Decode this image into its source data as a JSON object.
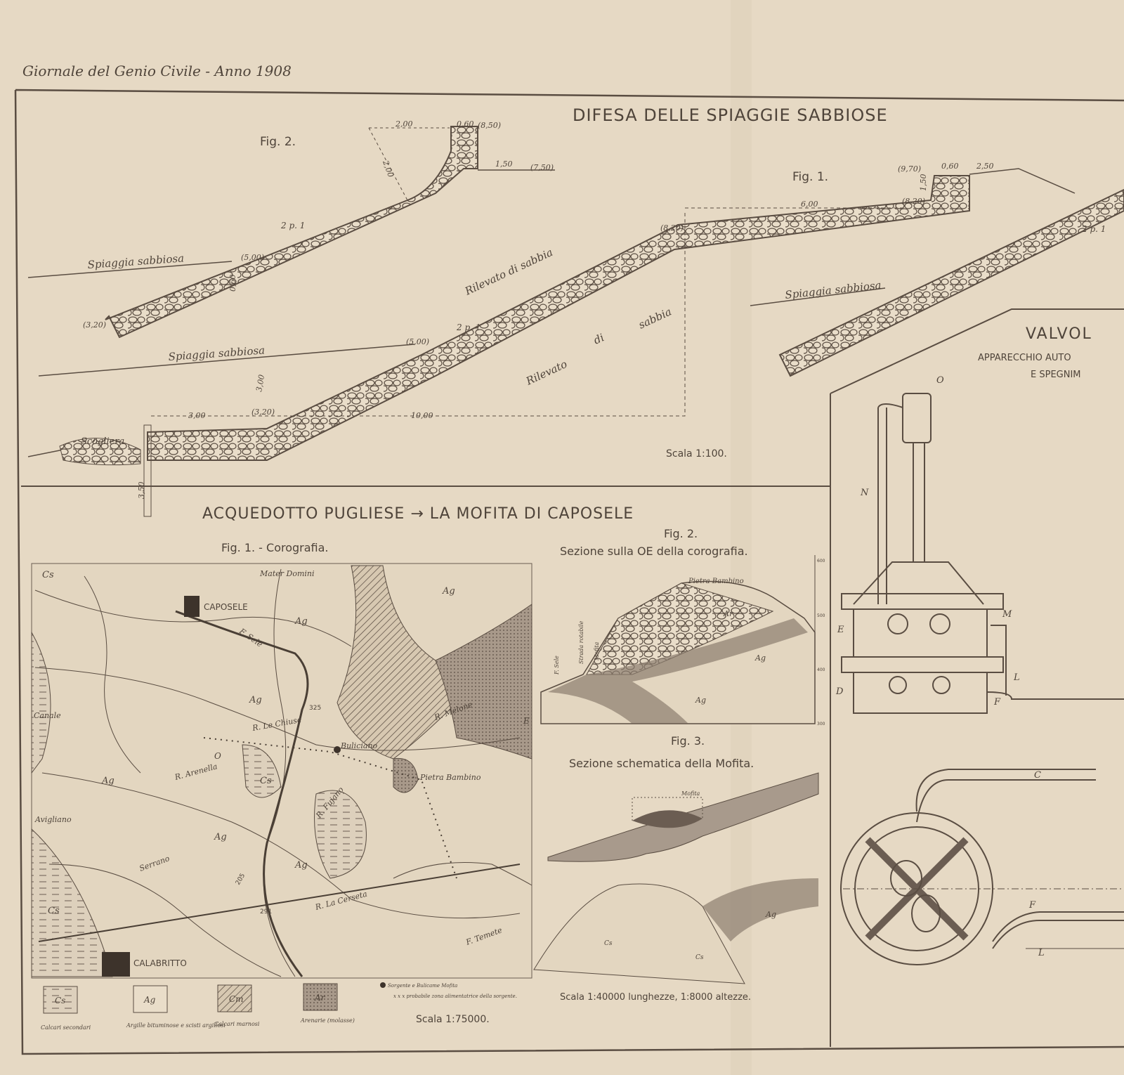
{
  "journal_header": "Giornale del Genio Civile - Anno 1908",
  "beach_defense": {
    "title": "DIFESA DELLE SPIAGGIE SABBIOSE",
    "fig2_label": "Fig. 2.",
    "fig1_label": "Fig. 1.",
    "scale": "Scala 1:100.",
    "labels": {
      "beach_left": "Spiaggia sabbiosa",
      "beach_mid": "Spiaggia sabbiosa",
      "beach_right": "Spiaggia sabbiosa",
      "fill_upper": "Rilevato di sabbia",
      "fill_lower_1": "Rilevato",
      "fill_lower_2": "di",
      "fill_lower_3": "sabbia",
      "scogliera": "Scogliera",
      "slope_a": "2 p. 1",
      "slope_b": "2 p. 1",
      "slope_c": "2 p. 1"
    },
    "dimensions": [
      "2,00",
      "0,60",
      "(8,50)",
      "2,00",
      "1,50",
      "(7,50)",
      "(5,00)",
      "(3,20)",
      "0,60",
      "(9,70)",
      "0,60",
      "2,50",
      "1,50",
      "(8,20)",
      "6,00",
      "(8,20)",
      "(5,00)",
      "3,00",
      "3,00",
      "(3,20)",
      "10,00",
      "3,50"
    ]
  },
  "aqueduct": {
    "title": "ACQUEDOTTO PUGLIESE → LA MOFITA DI CAPOSELE",
    "fig1_label": "Fig. 1. - Corografia.",
    "fig2_label": "Fig. 2.",
    "fig2_caption": "Sezione sulla OE della corografia.",
    "fig3_label": "Fig. 3.",
    "fig3_caption": "Sezione schematica della Mofita.",
    "sections_scale": "Scala 1:40000 lunghezze, 1:8000 altezze.",
    "map_scale": "Scala 1:75000.",
    "map_labels": [
      "Mater Domini",
      "CAPOSELE",
      "Ag",
      "Ag",
      "Ag",
      "Ag",
      "Ag",
      "Ag",
      "Cs",
      "Cs",
      "Cs",
      "F. Sele",
      "Canale",
      "R. Le Chiuse",
      "Buliciano",
      "R. Melone",
      "Pietra Bambino",
      "R. Arenella",
      "R. Fujano",
      "Serrano",
      "Avigliano",
      "R. La Cerseta",
      "F. Temete",
      "CALABRITTO",
      "O",
      "E",
      "325",
      "205",
      "291"
    ],
    "section_labels": [
      "Pietra Bambino",
      "Ar",
      "Ag",
      "Ag",
      "F. Sele",
      "Strada rotabile",
      "Mofita",
      "600",
      "500",
      "400",
      "300"
    ],
    "fig3_labels": [
      "Mofita",
      "Ag",
      "Cs",
      "Cs"
    ],
    "legend": [
      {
        "code": "Cs",
        "label": "Calcari secondari"
      },
      {
        "code": "Ag",
        "label": "Argille bituminose e scisti argillosi"
      },
      {
        "code": "Cm",
        "label": "Calcari marnosi"
      },
      {
        "code": "Ar",
        "label": "Arenarie (molasse)"
      }
    ],
    "legend_spring": "Sorgente e Bulicame Mofita",
    "legend_zone": "x x x probabile zona alimentatrice della sorgente."
  },
  "valve": {
    "title": "VALVOL",
    "subtitle_1": "APPARECCHIO AUTO",
    "subtitle_2": "E SPEGNIM",
    "letters": [
      "O",
      "N",
      "M",
      "E",
      "D",
      "L",
      "F",
      "C",
      "F",
      "L"
    ]
  }
}
